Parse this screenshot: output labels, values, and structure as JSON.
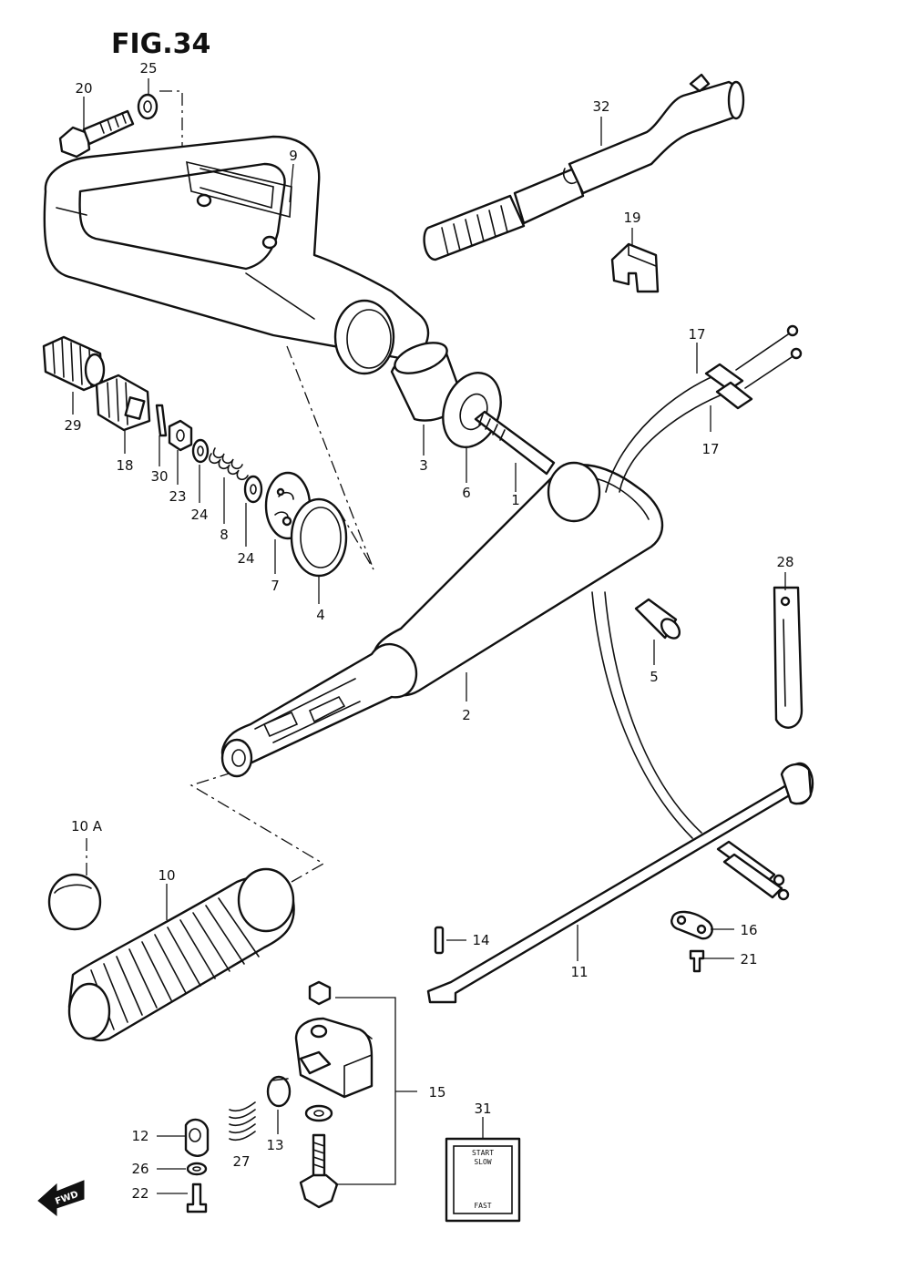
{
  "figure": {
    "title": "FIG.34",
    "fwd_label": "FWD"
  },
  "decal": {
    "start": "START",
    "slow": "SLOW",
    "fast": "FAST"
  },
  "callouts": {
    "c1": "1",
    "c2": "2",
    "c3": "3",
    "c4": "4",
    "c5": "5",
    "c6": "6",
    "c7": "7",
    "c8": "8",
    "c9": "9",
    "c10": "10",
    "c10a": "10 A",
    "c11": "11",
    "c12": "12",
    "c13": "13",
    "c14": "14",
    "c15": "15",
    "c16": "16",
    "c17a": "17",
    "c17b": "17",
    "c18": "18",
    "c19": "19",
    "c20": "20",
    "c21": "21",
    "c22": "22",
    "c23": "23",
    "c24a": "24",
    "c24b": "24",
    "c25": "25",
    "c26": "26",
    "c27": "27",
    "c28": "28",
    "c29": "29",
    "c30": "30",
    "c31": "31",
    "c32": "32"
  }
}
